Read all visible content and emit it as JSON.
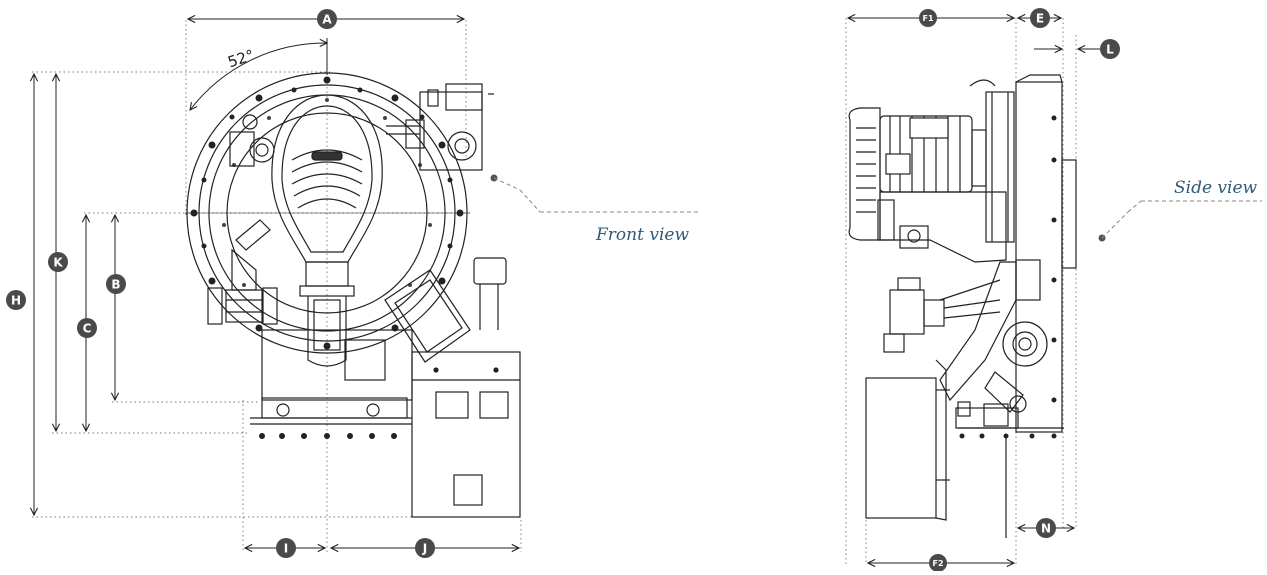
{
  "labels": {
    "front_view": "Front view",
    "side_view": "Side view",
    "angle": "52°"
  },
  "dimensions": {
    "A": "A",
    "B": "B",
    "C": "C",
    "H": "H",
    "I": "I",
    "J": "J",
    "K": "K",
    "E": "E",
    "F1": "F1",
    "F2": "F2",
    "L": "L",
    "N": "N"
  },
  "colors": {
    "line": "#222222",
    "marker": "#4a4a4a",
    "label": "#2f5a78",
    "dotted": "#777777"
  }
}
